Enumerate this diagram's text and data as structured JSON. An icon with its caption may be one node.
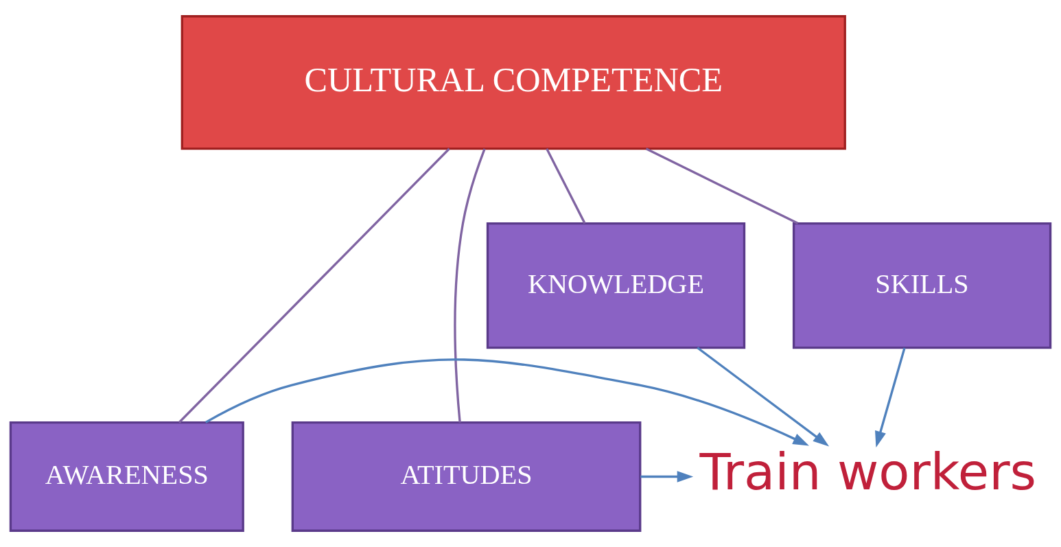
{
  "diagram": {
    "nodes": [
      {
        "text": [
          "CULTURAL COMPETENCE"
        ]
      },
      {
        "text": [
          "AWARENESS"
        ]
      },
      {
        "text": [
          "ATITUDES"
        ]
      },
      {
        "text": [
          "KNOWLEDGE"
        ]
      },
      {
        "text": [
          "SKILLS"
        ]
      },
      {
        "text": [
          "Train workers"
        ]
      }
    ],
    "edges": [
      {
        "from": 0,
        "to": 1,
        "arrow": "none",
        "color": "#8064a2"
      },
      {
        "from": 0,
        "to": 2,
        "arrow": "none",
        "color": "#8064a2"
      },
      {
        "from": 0,
        "to": 3,
        "arrow": "none",
        "color": "#8064a2"
      },
      {
        "from": 0,
        "to": 4,
        "arrow": "none",
        "color": "#8064a2"
      },
      {
        "from": 1,
        "to": 5,
        "arrow": "to",
        "color": "#4f81bd"
      },
      {
        "from": 2,
        "to": 5,
        "arrow": "to",
        "color": "#4f81bd"
      },
      {
        "from": 3,
        "to": 5,
        "arrow": "to",
        "color": "#4f81bd"
      },
      {
        "from": 4,
        "to": 5,
        "arrow": "to",
        "color": "#4f81bd"
      }
    ]
  }
}
